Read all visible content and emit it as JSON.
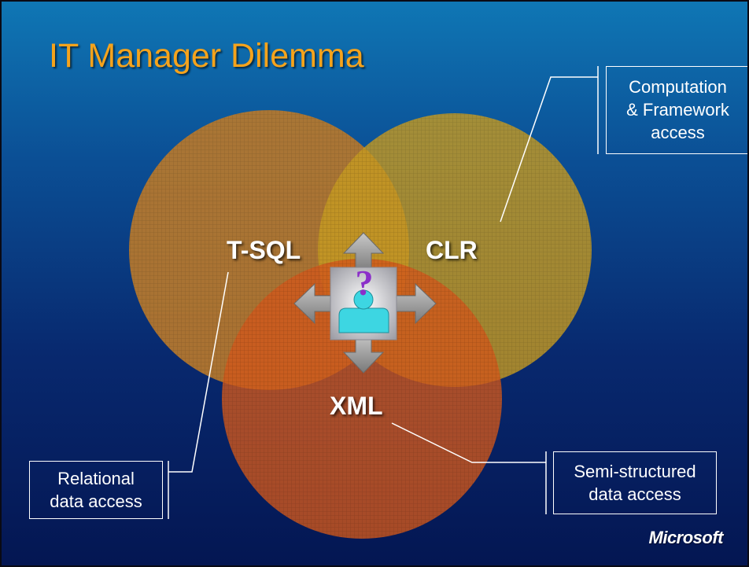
{
  "slide": {
    "title": "IT Manager Dilemma",
    "logo_text": "Microsoft"
  },
  "diagram": {
    "circles": [
      {
        "id": "tsql",
        "label": "T-SQL",
        "color": "#b7782c"
      },
      {
        "id": "clr",
        "label": "CLR",
        "color": "#c49a22"
      },
      {
        "id": "xml",
        "label": "XML",
        "color": "#d0581c"
      }
    ],
    "center_icon": "person-with-question-mark-icon",
    "arrows": [
      "arrow-up-icon",
      "arrow-down-icon",
      "arrow-left-icon",
      "arrow-right-icon"
    ]
  },
  "callouts": {
    "computation": {
      "lines": [
        "Computation",
        "& Framework",
        "access"
      ]
    },
    "relational": {
      "lines": [
        "Relational",
        "data access"
      ]
    },
    "semistructured": {
      "lines": [
        "Semi-structured",
        "data access"
      ]
    }
  },
  "colors": {
    "title": "#f5a31c",
    "background_top": "#0f77b5",
    "background_bottom": "#041652",
    "callout_border": "#ffffff"
  }
}
